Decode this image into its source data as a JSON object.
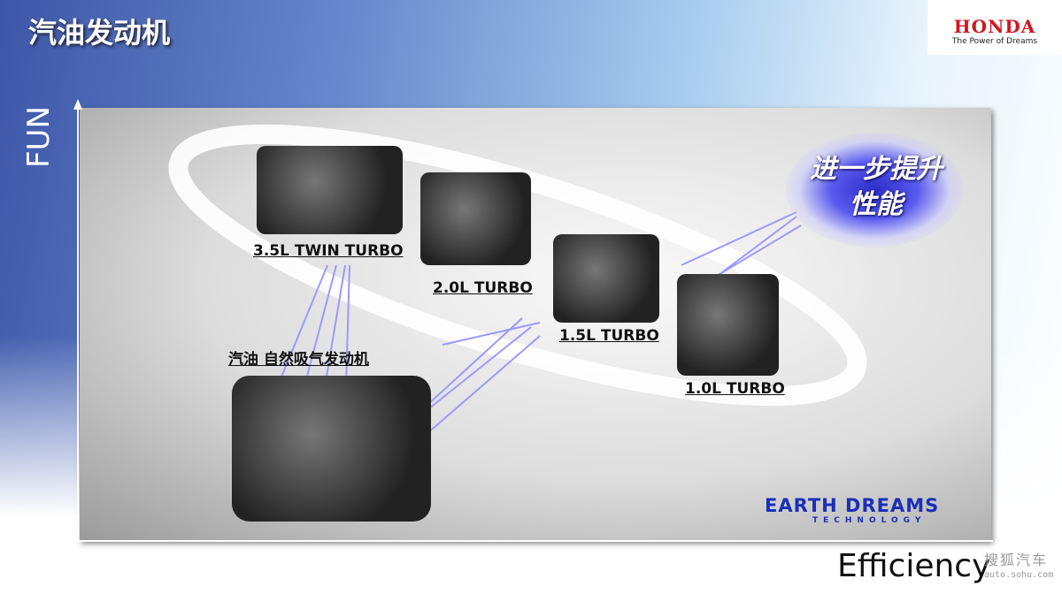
{
  "title": "汽油发动机",
  "logo": {
    "brand": "HONDA",
    "tagline": "The Power of Dreams"
  },
  "axes": {
    "y": "FUN",
    "x": "Efficiency"
  },
  "engines": [
    {
      "label": "3.5L TWIN TURBO"
    },
    {
      "label": "2.0L TURBO"
    },
    {
      "label": "1.5L TURBO"
    },
    {
      "label": "1.0L TURBO"
    },
    {
      "label": "汽油 自然吸气发动机"
    }
  ],
  "highlight": {
    "line1": "进一步提升",
    "line2": "性能"
  },
  "earth_dreams": {
    "name": "EARTH DREAMS",
    "sub": "TECHNOLOGY"
  },
  "watermark": {
    "name": "搜狐汽车",
    "url": "auto.sohu.com"
  },
  "colors": {
    "arrow": "#9a9aff",
    "brand_red": "#d2141e",
    "earth_blue": "#1a2fb8"
  }
}
